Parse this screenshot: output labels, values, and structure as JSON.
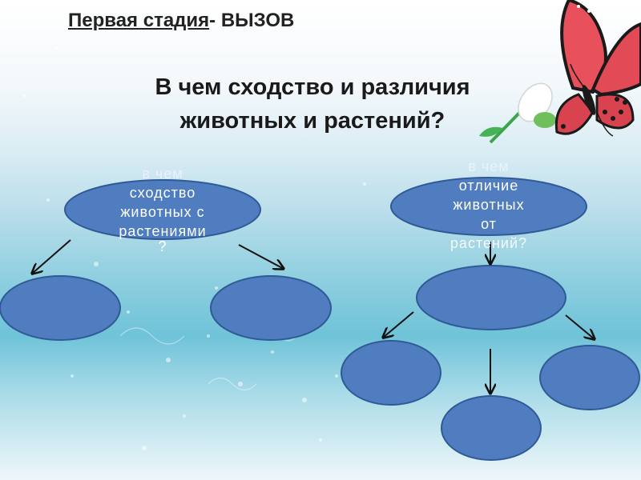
{
  "header": {
    "stage_label": "Первая стадия",
    "stage_value": "- ВЫЗОВ"
  },
  "title": {
    "line1": "В чем сходство и различия",
    "line2": "животных и растений?"
  },
  "diagram": {
    "left_question": {
      "lines": [
        "в чем",
        "сходство",
        "животных с",
        "растениями",
        "?"
      ]
    },
    "right_question": {
      "lines": [
        "в чем",
        "отличие",
        "животных",
        "от",
        "растений?"
      ]
    }
  },
  "colors": {
    "ellipse_fill": "#4f7dbf",
    "ellipse_stroke": "#2f5a96",
    "arrow": "#111111",
    "butterfly_wing": "#e8505b",
    "butterfly_edge": "#1a1a1a"
  }
}
